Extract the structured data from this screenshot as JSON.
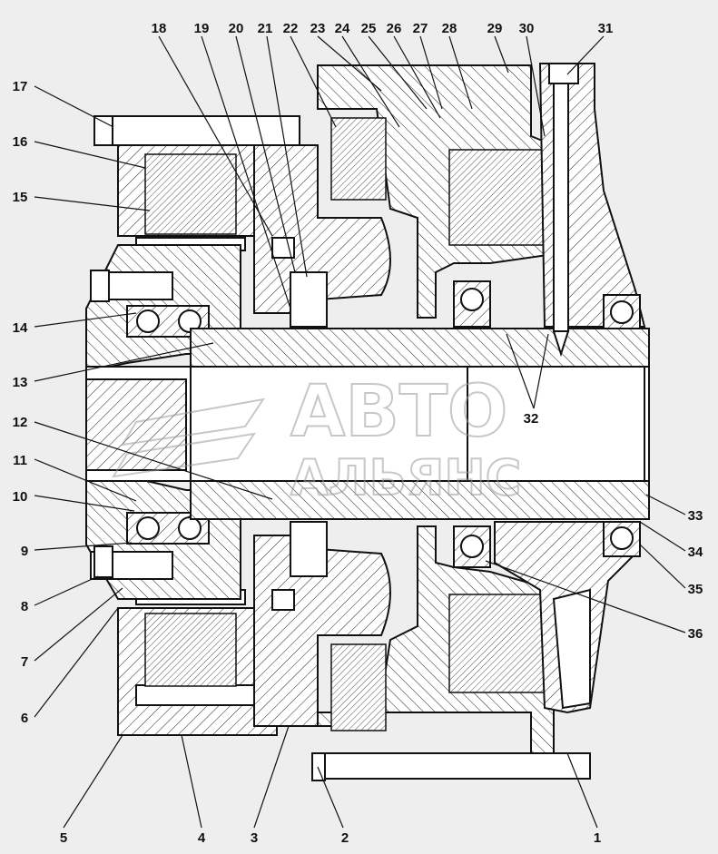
{
  "diagram": {
    "watermark": {
      "line1": "АВТО",
      "line2": "АЛЬЯНС"
    },
    "callouts": [
      "1",
      "2",
      "3",
      "4",
      "5",
      "6",
      "7",
      "8",
      "9",
      "10",
      "11",
      "12",
      "13",
      "14",
      "15",
      "16",
      "17",
      "18",
      "19",
      "20",
      "21",
      "22",
      "23",
      "24",
      "25",
      "26",
      "27",
      "28",
      "29",
      "30",
      "31",
      "32",
      "33",
      "34",
      "35",
      "36"
    ],
    "colors": {
      "background": "#eeeeee",
      "line": "#111111",
      "metal": "#ffffff",
      "watermark": "#9a9a9a"
    }
  }
}
